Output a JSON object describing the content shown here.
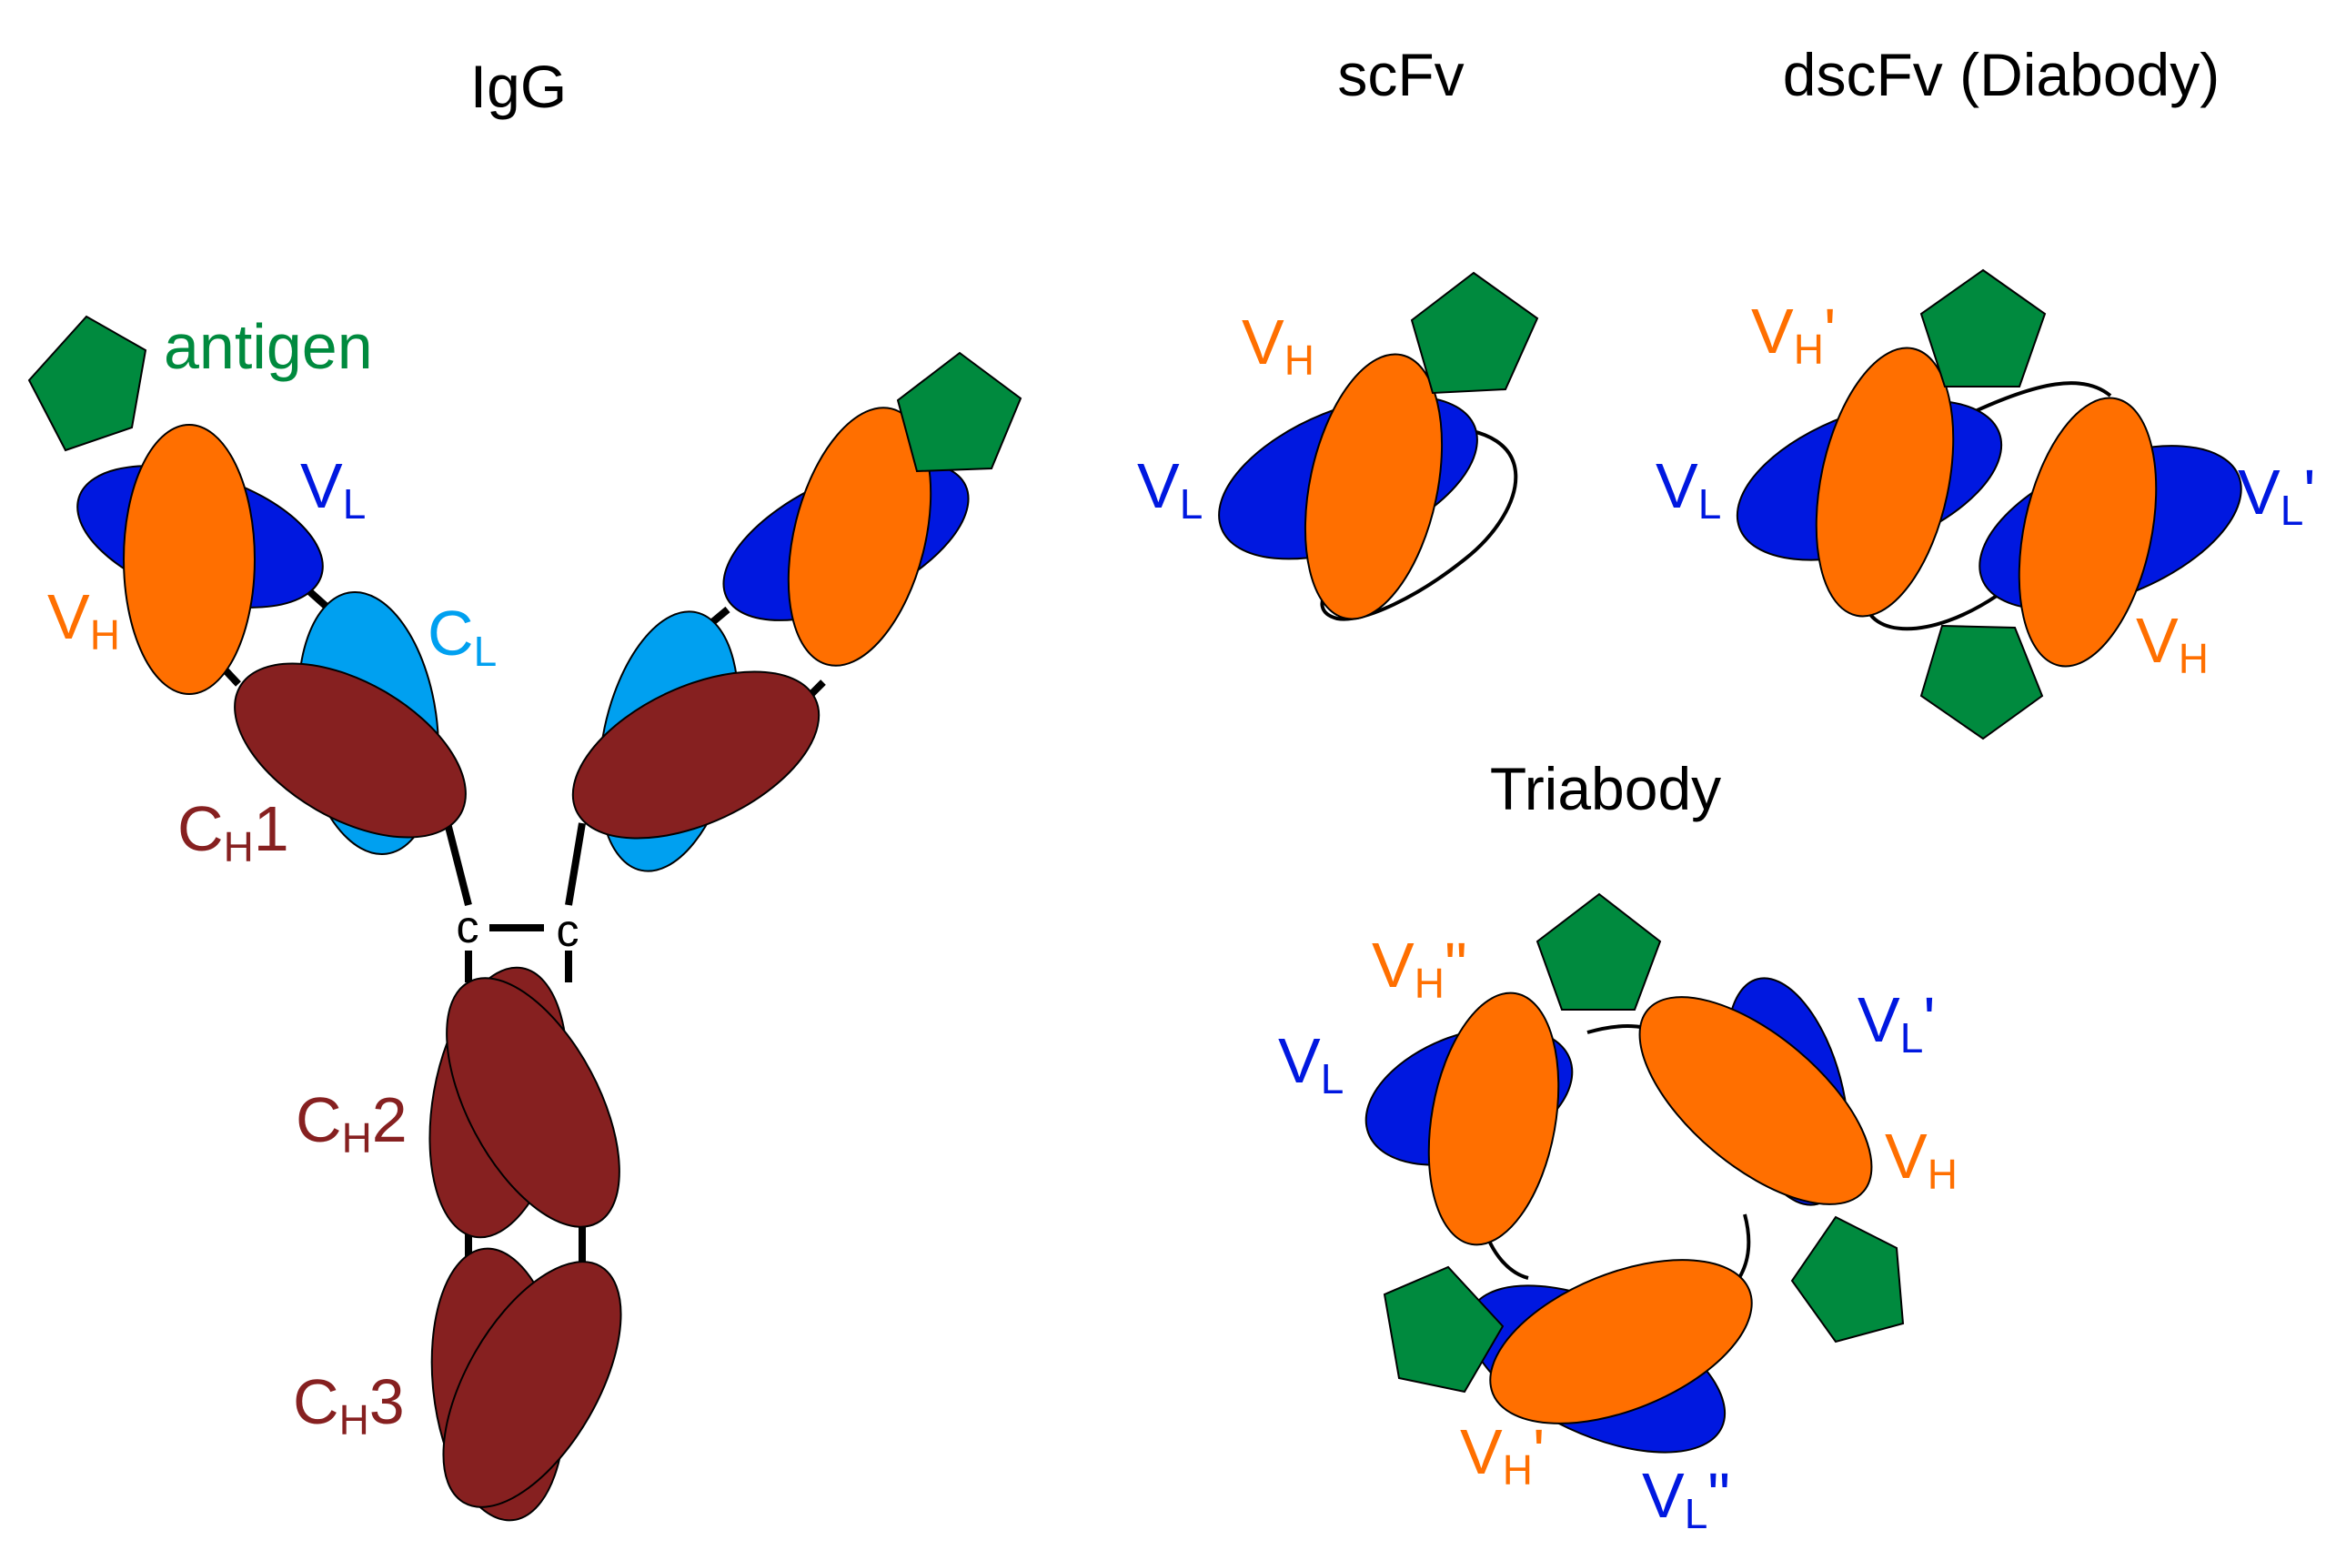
{
  "titles": {
    "igg": "IgG",
    "scfv": "scFv",
    "diabody": "dscFv (Diabody)",
    "triabody": "Triabody"
  },
  "labels": {
    "antigen": "antigen",
    "vh": "V",
    "vh_sub": "H",
    "vl": "V",
    "vl_sub": "L",
    "cl": "C",
    "cl_sub": "L",
    "ch1": "C",
    "ch1_sub": "H",
    "ch1_num": "1",
    "ch2": "C",
    "ch2_sub": "H",
    "ch2_num": "2",
    "ch3": "C",
    "ch3_sub": "H",
    "ch3_num": "3",
    "cys": "c",
    "prime": "'",
    "dprime": "\""
  },
  "colors": {
    "vh": "#ff6f00",
    "vl": "#0018e0",
    "cl": "#00a0f0",
    "ch": "#862020",
    "antigen": "#008a3e",
    "text": "#000000"
  }
}
